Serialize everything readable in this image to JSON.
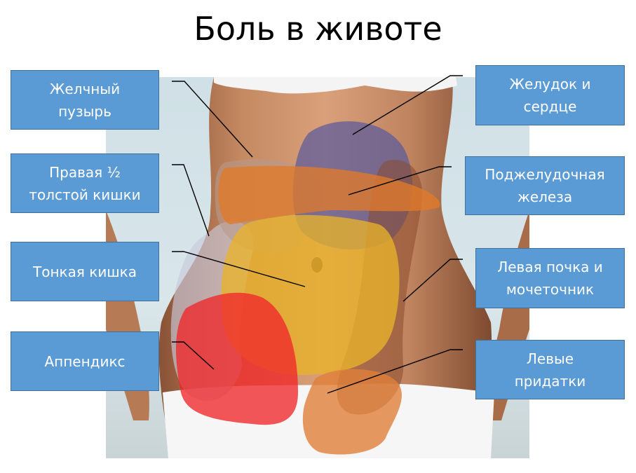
{
  "title": "Боль в животе",
  "labels": {
    "gallbladder": "Желчный\nпузырь",
    "right_colon": "Правая ½\nтолстой кишки",
    "small_intestine": "Тонкая кишка",
    "appendix": "Аппендикс",
    "stomach_heart": "Желудок и\nсердце",
    "pancreas": "Поджелудочная\nжелеза",
    "left_kidney": "Левая почка и\nмочеточник",
    "left_adnexa": "Левые\nпридатки"
  },
  "colors": {
    "label_fill": "#5b9bd5",
    "stomach_zone": "#5a5a9c",
    "pancreas_zone": "#e07a2a",
    "small_intestine_zone": "#e8b22a",
    "appendix_zone": "#f0282a",
    "adnexa_zone": "#e0803a",
    "kidney_zone": "#8a4a2e",
    "colon_zone": "#c9c9dc",
    "gallbladder_zone": "#b79a8a"
  }
}
